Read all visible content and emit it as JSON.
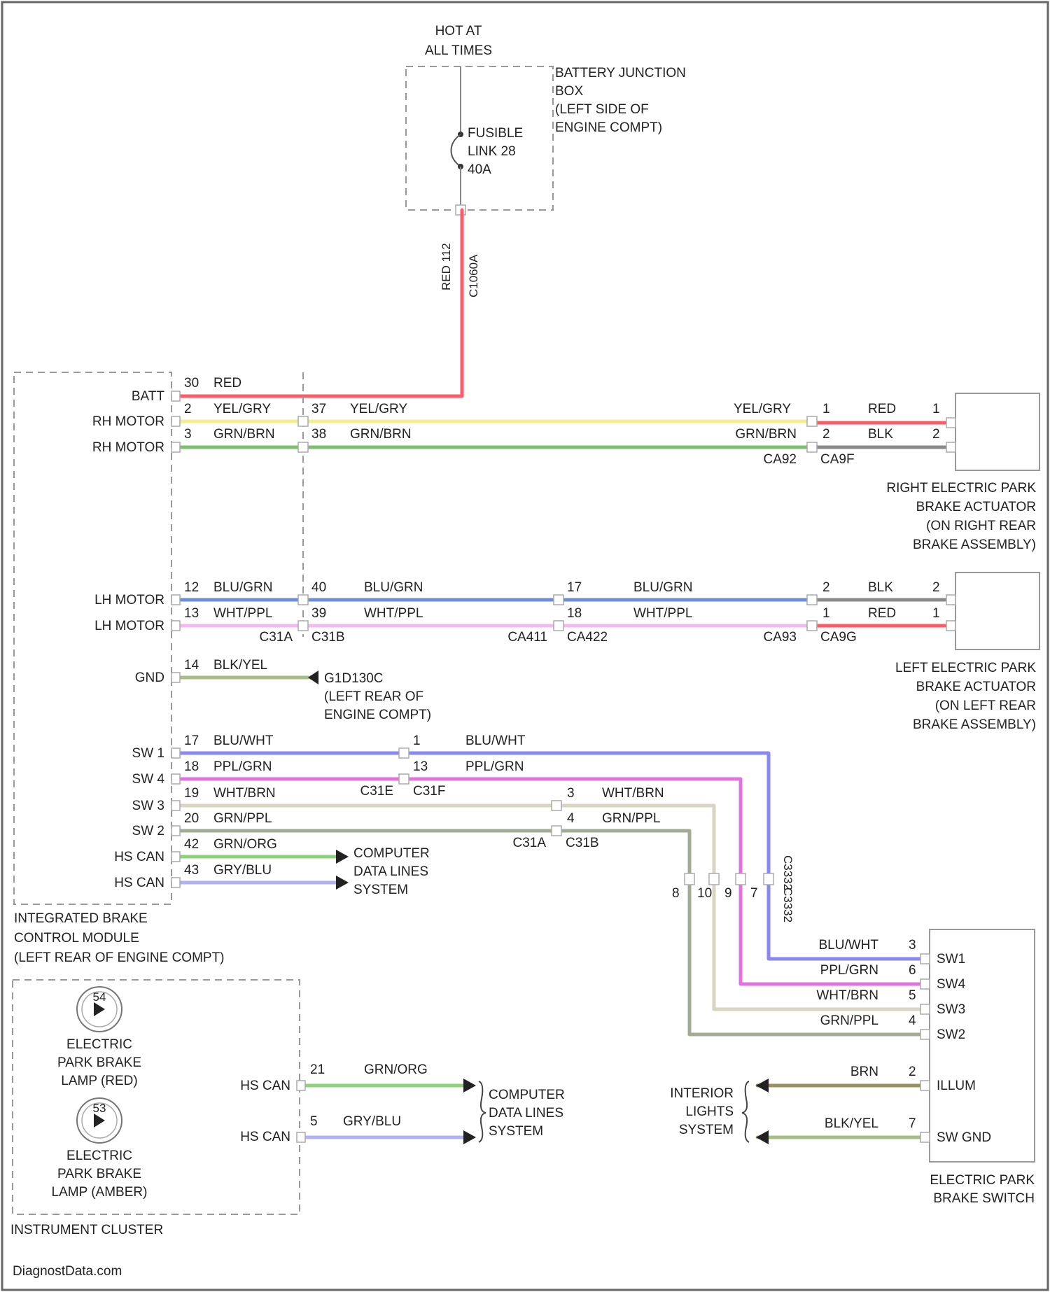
{
  "colors": {
    "red": "#ff5a67",
    "yel_gry": "#f3ee8e",
    "grn_brn": "#7cc06e",
    "blu_grn": "#6c8fd6",
    "wht_ppl": "#f3b8ee",
    "blk_yel": "#a6bd88",
    "blu_wht": "#8a86f4",
    "ppl_grn": "#df72de",
    "wht_brn": "#d8d6c0",
    "grn_ppl": "#a3ab96",
    "grn_org": "#8ed27c",
    "gry_blu": "#b2b0f6",
    "brn": "#9b9062",
    "blk": "#8a8a8a"
  },
  "power": {
    "hot_line1": "HOT AT",
    "hot_line2": "ALL TIMES",
    "bjb_lines": [
      "BATTERY JUNCTION",
      "BOX",
      "(LEFT SIDE OF",
      "ENGINE COMPT)"
    ],
    "fuse_lines": [
      "FUSIBLE",
      "LINK 28",
      "40A"
    ],
    "vertical_wire_label": "RED 112",
    "vertical_circuit_label": "C1060A"
  },
  "ibcm": {
    "name_lines": [
      "INTEGRATED BRAKE",
      "CONTROL MODULE",
      "(LEFT REAR OF ENGINE COMPT)"
    ],
    "pins": [
      {
        "label": "BATT",
        "num": "30",
        "wire": "RED"
      },
      {
        "label": "RH MOTOR",
        "num": "2",
        "wire": "YEL/GRY"
      },
      {
        "label": "RH MOTOR",
        "num": "3",
        "wire": "GRN/BRN"
      },
      {
        "label": "LH MOTOR",
        "num": "12",
        "wire": "BLU/GRN"
      },
      {
        "label": "LH MOTOR",
        "num": "13",
        "wire": "WHT/PPL"
      },
      {
        "label": "GND",
        "num": "14",
        "wire": "BLK/YEL"
      },
      {
        "label": "SW 1",
        "num": "17",
        "wire": "BLU/WHT"
      },
      {
        "label": "SW 4",
        "num": "18",
        "wire": "PPL/GRN"
      },
      {
        "label": "SW 3",
        "num": "19",
        "wire": "WHT/BRN"
      },
      {
        "label": "SW 2",
        "num": "20",
        "wire": "GRN/PPL"
      },
      {
        "label": "HS CAN",
        "num": "42",
        "wire": "GRN/ORG"
      },
      {
        "label": "HS CAN",
        "num": "43",
        "wire": "GRY/BLU"
      }
    ]
  },
  "connectors": {
    "c31a_upper_37": "37",
    "c31a_upper_yelgry": "YEL/GRY",
    "c31a_upper_38": "38",
    "c31a_upper_grnbrn": "GRN/BRN",
    "c31a_lower_40": "40",
    "c31a_lower_blugrn": "BLU/GRN",
    "c31a_lower_39": "39",
    "c31a_lower_whtppl": "WHT/PPL",
    "c31a": "C31A",
    "c31b": "C31B",
    "ca411": "CA411",
    "ca422": "CA422",
    "mid_17": "17",
    "mid_blugrn": "BLU/GRN",
    "mid_18": "18",
    "mid_whtppl": "WHT/PPL",
    "c31e": "C31E",
    "c31f": "C31F",
    "c31e_1": "1",
    "c31e_blu_wht": "BLU/WHT",
    "c31e_13": "13",
    "c31e_ppl_grn": "PPL/GRN",
    "sw3_pin": "3",
    "sw3_wire": "WHT/BRN",
    "sw2_pin": "4",
    "sw2_wire": "GRN/PPL",
    "c31a_low": "C31A",
    "c31b_low": "C31B",
    "c3332_top": "C3332",
    "c3332_bot": "C3332",
    "c3332_pins": [
      "8",
      "10",
      "9",
      "7"
    ]
  },
  "ground": {
    "label_lines": [
      "G1D130C",
      "(LEFT REAR OF",
      "ENGINE COMPT)"
    ]
  },
  "right_actuator": {
    "harness_yel": "YEL/GRY",
    "harness_grn": "GRN/BRN",
    "conn_left": "CA92",
    "conn_right": "CA9F",
    "pin1_left": "1",
    "pin1_wire": "RED",
    "pin1_right": "1",
    "pin2_left": "2",
    "pin2_wire": "BLK",
    "pin2_right": "2",
    "name_lines": [
      "RIGHT ELECTRIC PARK",
      "BRAKE ACTUATOR",
      "(ON RIGHT REAR",
      "BRAKE ASSEMBLY)"
    ]
  },
  "left_actuator": {
    "conn_left": "CA93",
    "conn_right": "CA9G",
    "pin2_left": "2",
    "pin2_wire": "BLK",
    "pin2_right": "2",
    "pin1_left": "1",
    "pin1_wire": "RED",
    "pin1_right": "1",
    "name_lines": [
      "LEFT ELECTRIC PARK",
      "BRAKE ACTUATOR",
      "(ON LEFT REAR",
      "BRAKE ASSEMBLY)"
    ]
  },
  "cdl_system": {
    "label_lines": [
      "COMPUTER",
      "DATA LINES",
      "SYSTEM"
    ]
  },
  "cluster": {
    "name": "INSTRUMENT CLUSTER",
    "lamp1_code": "54",
    "lamp1_lines": [
      "ELECTRIC",
      "PARK BRAKE",
      "LAMP (RED)"
    ],
    "lamp2_code": "53",
    "lamp2_lines": [
      "ELECTRIC",
      "PARK BRAKE",
      "LAMP (AMBER)"
    ],
    "can1_label": "HS CAN",
    "can1_num": "21",
    "can1_wire": "GRN/ORG",
    "can2_label": "HS CAN",
    "can2_num": "5",
    "can2_wire": "GRY/BLU",
    "cdl_lines": [
      "COMPUTER",
      "DATA LINES",
      "SYSTEM"
    ]
  },
  "switch": {
    "name_lines": [
      "ELECTRIC PARK",
      "BRAKE SWITCH"
    ],
    "pins": [
      {
        "wire": "BLU/WHT",
        "num": "3",
        "label": "SW1"
      },
      {
        "wire": "PPL/GRN",
        "num": "6",
        "label": "SW4"
      },
      {
        "wire": "WHT/BRN",
        "num": "5",
        "label": "SW3"
      },
      {
        "wire": "GRN/PPL",
        "num": "4",
        "label": "SW2"
      },
      {
        "wire": "BRN",
        "num": "2",
        "label": "ILLUM"
      },
      {
        "wire": "BLK/YEL",
        "num": "7",
        "label": "SW GND"
      }
    ],
    "interior_lines": [
      "INTERIOR",
      "LIGHTS",
      "SYSTEM"
    ]
  },
  "watermark": "DiagnostData.com"
}
